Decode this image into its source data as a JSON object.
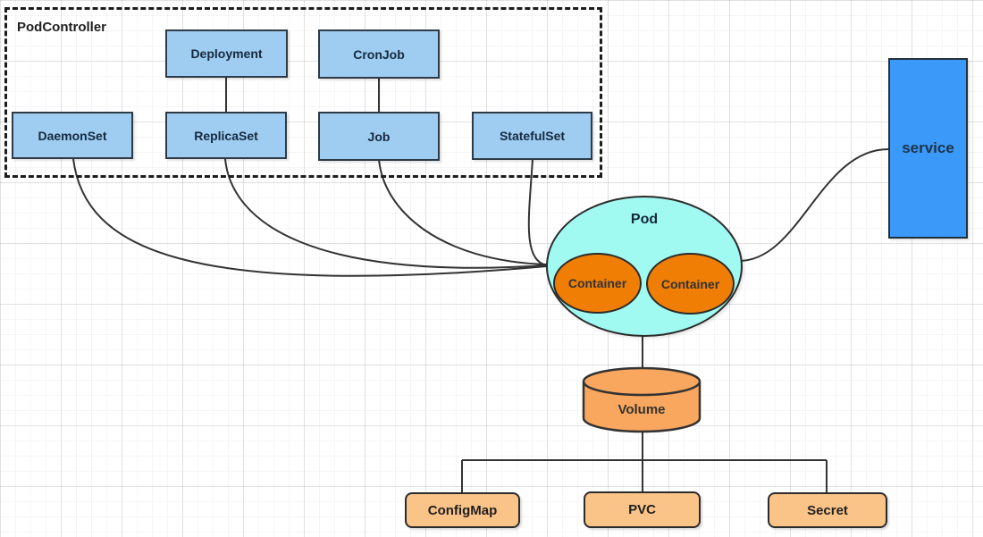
{
  "pod_controller": {
    "label": "PodController",
    "nodes": [
      {
        "id": "deployment",
        "label": "Deployment"
      },
      {
        "id": "cronjob",
        "label": "CronJob"
      },
      {
        "id": "daemonset",
        "label": "DaemonSet"
      },
      {
        "id": "replicaset",
        "label": "ReplicaSet"
      },
      {
        "id": "job",
        "label": "Job"
      },
      {
        "id": "statefulset",
        "label": "StatefulSet"
      }
    ]
  },
  "pod": {
    "label": "Pod",
    "containers": [
      {
        "label": "Container"
      },
      {
        "label": "Container"
      }
    ]
  },
  "service": {
    "label": "service"
  },
  "volume": {
    "label": "Volume"
  },
  "storage": [
    {
      "id": "configmap",
      "label": "ConfigMap"
    },
    {
      "id": "pvc",
      "label": "PVC"
    },
    {
      "id": "secret",
      "label": "Secret"
    }
  ],
  "edges": [
    {
      "from": "deployment",
      "to": "replicaset"
    },
    {
      "from": "cronjob",
      "to": "job"
    },
    {
      "from": "daemonset",
      "to": "pod"
    },
    {
      "from": "replicaset",
      "to": "pod"
    },
    {
      "from": "job",
      "to": "pod"
    },
    {
      "from": "statefulset",
      "to": "pod"
    },
    {
      "from": "pod",
      "to": "service"
    },
    {
      "from": "pod",
      "to": "volume"
    },
    {
      "from": "volume",
      "to": "configmap"
    },
    {
      "from": "volume",
      "to": "pvc"
    },
    {
      "from": "volume",
      "to": "secret"
    }
  ],
  "colors": {
    "controller_fill": "#9ECDF1",
    "service_fill": "#3B99FA",
    "pod_fill": "#A1FAF2",
    "container_fill": "#F07E05",
    "volume_fill": "#F9A75F",
    "storage_fill": "#FAC489",
    "line": "#333333"
  }
}
